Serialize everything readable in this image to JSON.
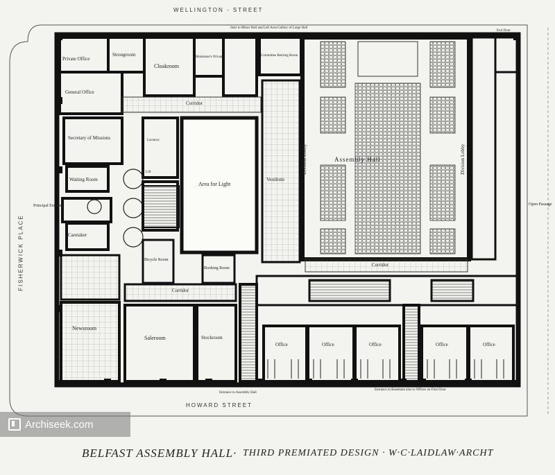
{
  "streets": {
    "north": "WELLINGTON - STREET",
    "south": "HOWARD STREET",
    "west": "FISHERWICK PLACE"
  },
  "rooms": {
    "private_office": "Private Office",
    "strongroom": "Strongroom",
    "cloakroom": "Cloakroom",
    "moderators_private": "Moderator's Private",
    "committee_room": "Committee Retiring Room",
    "general_office": "General Office",
    "secretary_missions": "Secretary of Missions",
    "lavatory": "Lavatory",
    "lift": "Lift",
    "waiting_room": "Waiting Room",
    "area_for_light": "Area for Light",
    "vestibule": "Vestibule",
    "caretaker": "Caretaker",
    "bicycle_room": "Bicycle Room",
    "booking_room": "Booking Room",
    "newsroom": "Newsroom",
    "saleroom": "Saleroom",
    "stockroom": "Stockroom",
    "corridor": "Corridor",
    "assembly_hall": "Assembly Hall",
    "division_lobby": "Division Lobby",
    "office": "Office",
    "principal_entrance": "Principal Entrance",
    "open_passage": "Open Passage",
    "entrance_assembly": "Entrance to Assembly Hall",
    "entrance_basement": "Entrance to Basement also to Offices on First Floor",
    "stair_minor_hall": "Stair to Minor Hall and Left Area Gallery of Large Hall",
    "exit_door": "Exit Door"
  },
  "caption": {
    "title": "BELFAST ASSEMBLY HALL·",
    "subtitle": "THIRD PREMIATED DESIGN · W·C·LAIDLAW·ARCHT"
  },
  "watermark": {
    "text": "Archiseek.com"
  },
  "colors": {
    "paper": "#f3f3f0",
    "wall": "#111111",
    "line": "#333333"
  }
}
